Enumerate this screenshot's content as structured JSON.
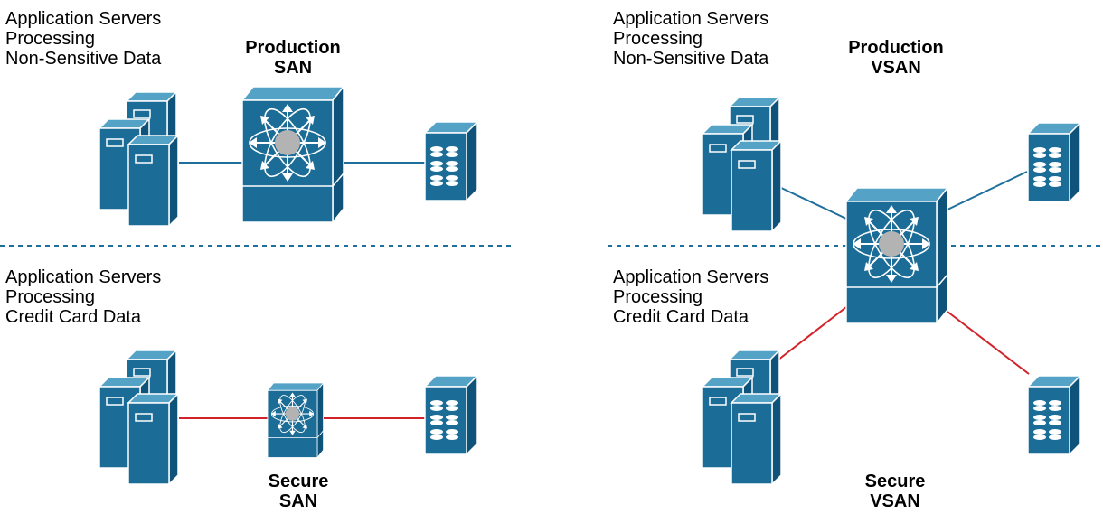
{
  "labels": {
    "left_top_servers": [
      "Application Servers",
      "Processing",
      "Non-Sensitive Data"
    ],
    "left_production": [
      "Production",
      "SAN"
    ],
    "left_bottom_servers": [
      "Application Servers",
      "Processing",
      "Credit Card Data"
    ],
    "left_secure": [
      "Secure",
      "SAN"
    ],
    "right_top_servers": [
      "Application Servers",
      "Processing",
      "Non-Sensitive Data"
    ],
    "right_production": [
      "Production",
      "VSAN"
    ],
    "right_bottom_servers": [
      "Application Servers",
      "Processing",
      "Credit Card Data"
    ],
    "right_secure": [
      "Secure",
      "VSAN"
    ]
  },
  "icons": [
    "server-group-icon",
    "fabric-switch-icon",
    "storage-array-icon"
  ],
  "colors": {
    "device_blue": "#1b6c96",
    "device_dark": "#10537a",
    "device_light": "#55a2c7",
    "production_link": "#1f6f9c",
    "secure_link": "#d2232a",
    "divider": "#1f6f9c",
    "switch_hub": "#b3b3b3"
  }
}
